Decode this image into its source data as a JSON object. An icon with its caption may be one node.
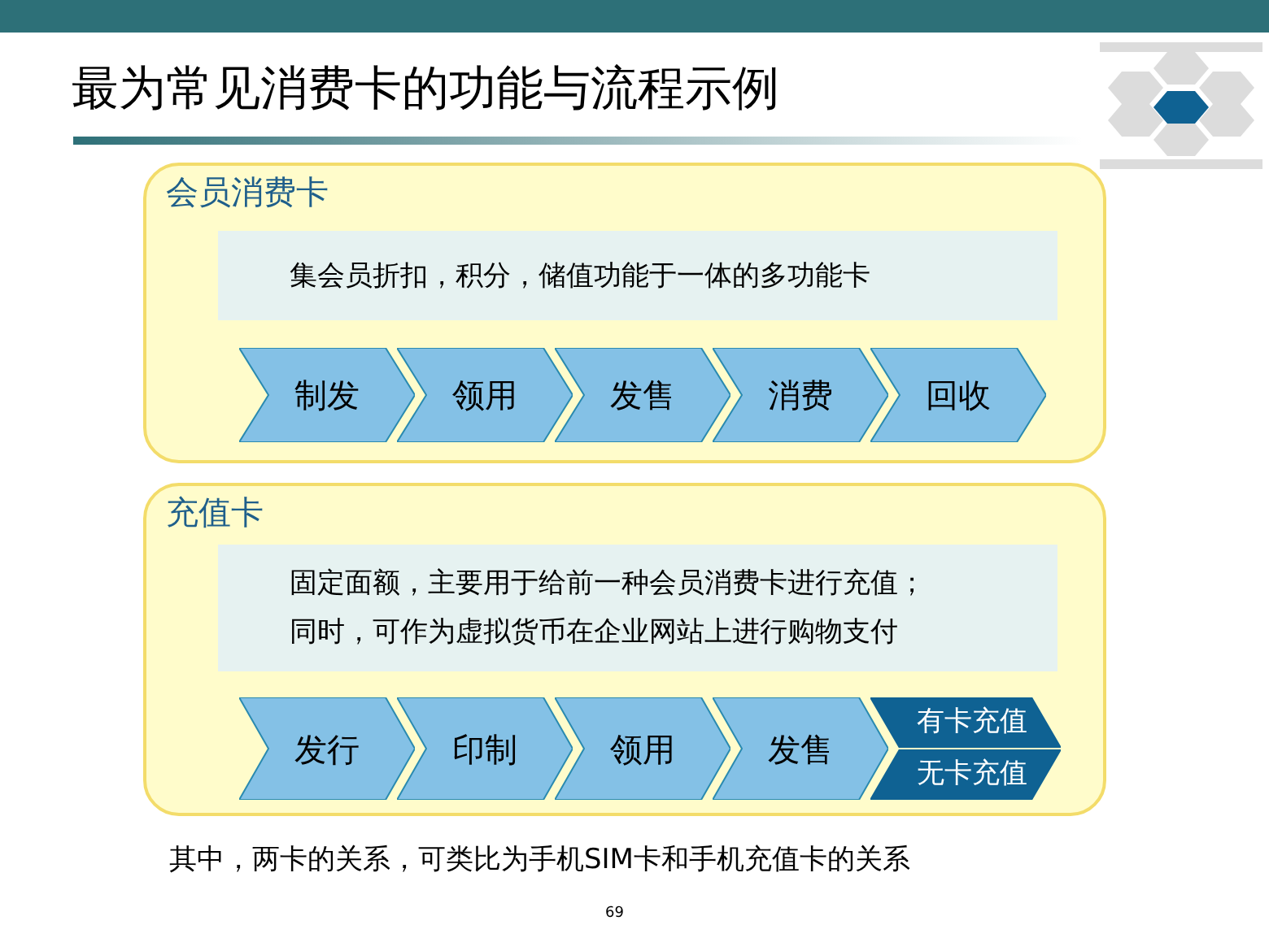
{
  "diagram": {
    "title": "最为常见消费卡的功能与流程示例",
    "nodes": [
      {
        "text": [
          "会员消费卡"
        ]
      },
      {
        "text": [
          "集会员折扣，积分，储值功能于一体的多功能卡"
        ],
        "in": 0
      },
      {
        "text": [
          "制发"
        ],
        "in": 0
      },
      {
        "text": [
          "领用"
        ],
        "in": 0
      },
      {
        "text": [
          "发售"
        ],
        "in": 0
      },
      {
        "text": [
          "消费"
        ],
        "in": 0
      },
      {
        "text": [
          "回收"
        ],
        "in": 0
      },
      {
        "text": [
          "充值卡"
        ]
      },
      {
        "text": [
          "固定面额，主要用于给前一种会员消费卡进行充值；",
          "同时，可作为虚拟货币在企业网站上进行购物支付"
        ],
        "in": 7
      },
      {
        "text": [
          "发行"
        ],
        "in": 7
      },
      {
        "text": [
          "印制"
        ],
        "in": 7
      },
      {
        "text": [
          "领用"
        ],
        "in": 7
      },
      {
        "text": [
          "发售"
        ],
        "in": 7
      },
      {
        "text": [
          "有卡充值"
        ],
        "in": 7
      },
      {
        "text": [
          "无卡充值"
        ],
        "in": 7
      }
    ],
    "labels": [
      "其中，两卡的关系，可类比为手机SIM卡和手机充值卡的关系",
      "69"
    ]
  }
}
